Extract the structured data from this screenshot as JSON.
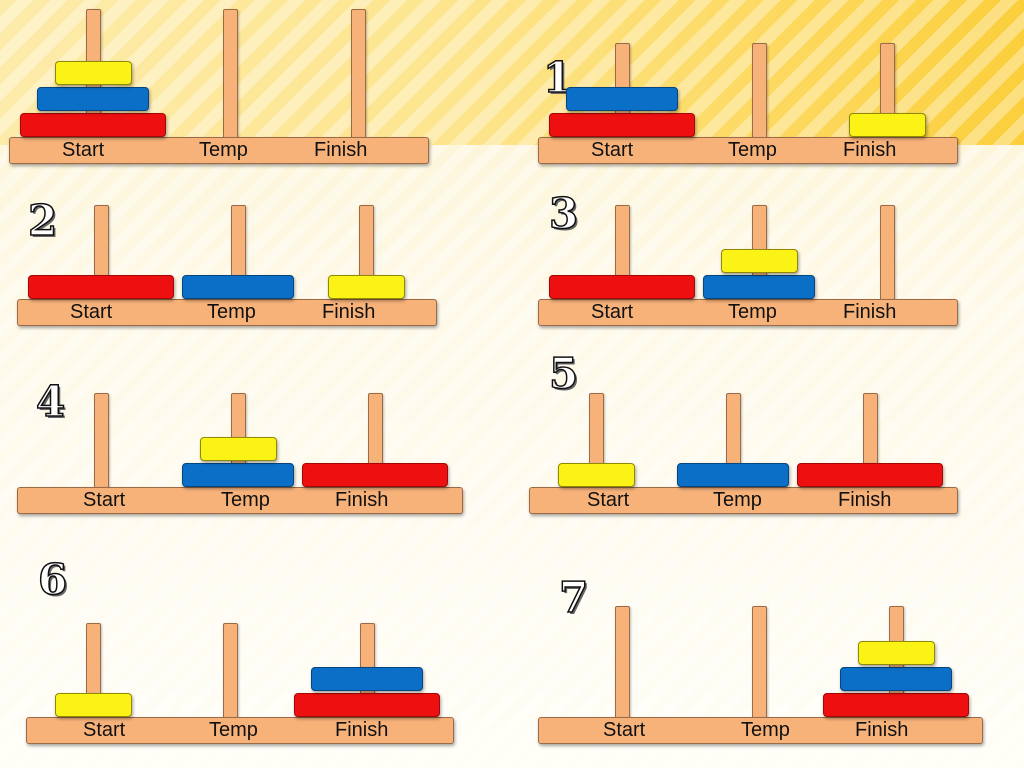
{
  "labels": {
    "start": "Start",
    "temp": "Temp",
    "finish": "Finish"
  },
  "colors": {
    "red": "#ee0f10",
    "blue": "#0b6fc7",
    "yellow": "#fbf216",
    "wood": "#f7b27a"
  },
  "steps": [
    {
      "number": "",
      "start": [
        "red",
        "blue",
        "yellow"
      ],
      "temp": [],
      "finish": []
    },
    {
      "number": "1",
      "start": [
        "red",
        "blue"
      ],
      "temp": [],
      "finish": [
        "yellow"
      ]
    },
    {
      "number": "2",
      "start": [
        "red"
      ],
      "temp": [
        "blue"
      ],
      "finish": [
        "yellow"
      ]
    },
    {
      "number": "3",
      "start": [
        "red"
      ],
      "temp": [
        "blue",
        "yellow"
      ],
      "finish": []
    },
    {
      "number": "4",
      "start": [],
      "temp": [
        "blue",
        "yellow"
      ],
      "finish": [
        "red"
      ]
    },
    {
      "number": "5",
      "start": [
        "yellow"
      ],
      "temp": [
        "blue"
      ],
      "finish": [
        "red"
      ]
    },
    {
      "number": "6",
      "start": [
        "yellow"
      ],
      "temp": [],
      "finish": [
        "red",
        "blue"
      ]
    },
    {
      "number": "7",
      "start": [],
      "temp": [],
      "finish": [
        "red",
        "blue",
        "yellow"
      ]
    }
  ]
}
